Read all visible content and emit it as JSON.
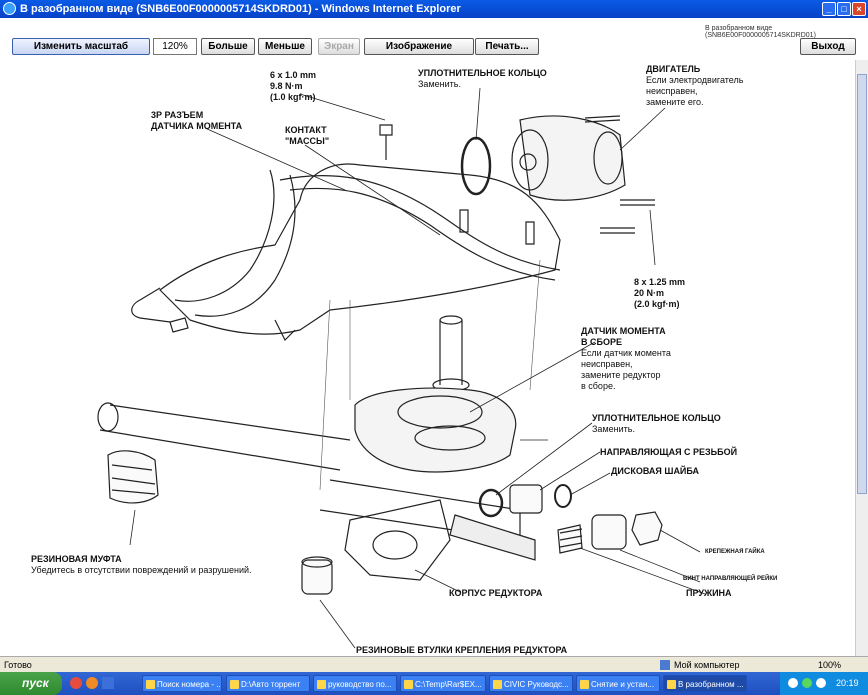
{
  "window": {
    "title": "В разобранном виде (SNB6E00F0000005714SKDRD01) - Windows Internet Explorer"
  },
  "toolbar": {
    "scale_btn": "Изменить масштаб",
    "zoom_value": "120%",
    "bigger_btn": "Больше",
    "smaller_btn": "Меньше",
    "screen_btn": "Экран",
    "image_btn": "Изображение",
    "print_btn": "Печать...",
    "exit_btn": "Выход",
    "doc_name": "В разобранном виде (SNB6E00F0000005714SKDRD01)"
  },
  "labels": {
    "bolt_small_1": "6 x 1.0 mm",
    "bolt_small_2": "9.8 N·m",
    "bolt_small_3": "(1.0 kgf·m)",
    "oring_top": "УПЛОТНИТЕЛЬНОЕ КОЛЬЦО",
    "oring_top_sub": "Заменить.",
    "motor": "ДВИГАТЕЛЬ",
    "motor_sub1": "Если электродвигатель",
    "motor_sub2": "неисправен,",
    "motor_sub3": "замените его.",
    "connector_1": "3Р РАЗЪЕМ",
    "connector_2": "ДАТЧИКА МОМЕНТА",
    "ground_1": "КОНТАКТ",
    "ground_2": "\"МАССЫ\"",
    "bolt_big_1": "8 x 1.25 mm",
    "bolt_big_2": "20 N·m",
    "bolt_big_3": "(2.0 kgf·m)",
    "sensor_1": "ДАТЧИК МОМЕНТА",
    "sensor_2": "В СБОРЕ",
    "sensor_sub1": "Если датчик момента",
    "sensor_sub2": "неисправен,",
    "sensor_sub3": "замените редуктор",
    "sensor_sub4": "в сборе.",
    "oring_low": "УПЛОТНИТЕЛЬНОЕ КОЛЬЦО",
    "oring_low_sub": "Заменить.",
    "threaded_guide": "НАПРАВЛЯЮЩАЯ С РЕЗЬБОЙ",
    "disc_washer": "ДИСКОВАЯ ШАЙБА",
    "lock_nut": "КРЕПЕЖНАЯ ГАЙКА",
    "rack_guide_screw": "ВИНТ НАПРАВЛЯЮЩЕЙ РЕЙКИ",
    "spring": "ПРУЖИНА",
    "boot": "РЕЗИНОВАЯ МУФТА",
    "boot_sub": "Убедитесь в отсутствии повреждений и разрушений.",
    "housing": "КОРПУС РЕДУКТОРА",
    "bushings": "РЕЗИНОВЫЕ ВТУЛКИ КРЕПЛЕНИЯ РЕДУКТОРА"
  },
  "status": {
    "left": "Готово",
    "zone": "Мой компьютер",
    "zoom": "100%"
  },
  "taskbar": {
    "start": "пуск",
    "items": [
      "Поиск номера - ...",
      "D:\\Авто торрент",
      "руководство по...",
      "C:\\Temp\\Rar$EX...",
      "CIVIC Руководс...",
      "Снятие и устан...",
      "В разобранном ..."
    ],
    "clock": "20:19"
  }
}
